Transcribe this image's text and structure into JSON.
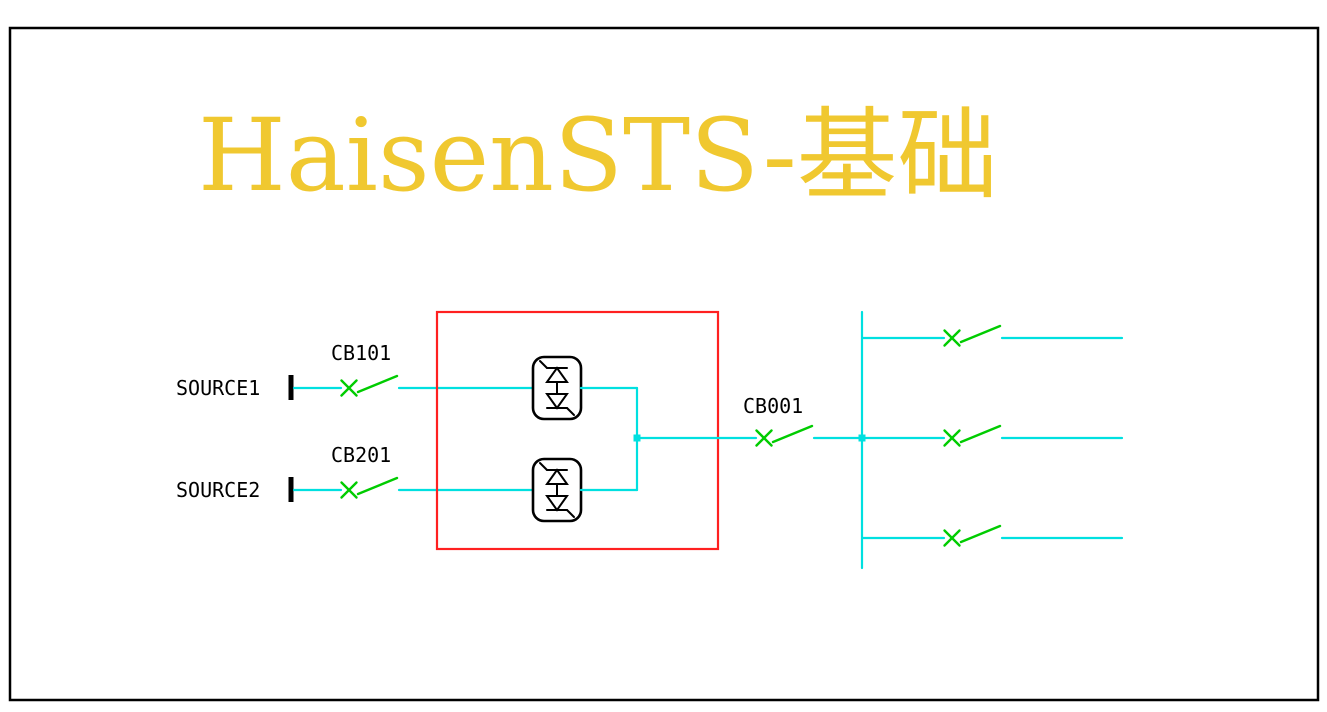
{
  "title": "HaisenSTS-基础",
  "colors": {
    "wire": "#00E0E0",
    "breaker": "#00CC00",
    "sts-box": "#FF2020",
    "title": "#F0C830",
    "ink": "#000000"
  },
  "sources": [
    {
      "label": "SOURCE1",
      "breaker_label": "CB101"
    },
    {
      "label": "SOURCE2",
      "breaker_label": "CB201"
    }
  ],
  "output": {
    "breaker_label": "CB001"
  },
  "sts_module": {
    "thyristor_pairs": 2
  },
  "load_branches": {
    "count": 3
  }
}
